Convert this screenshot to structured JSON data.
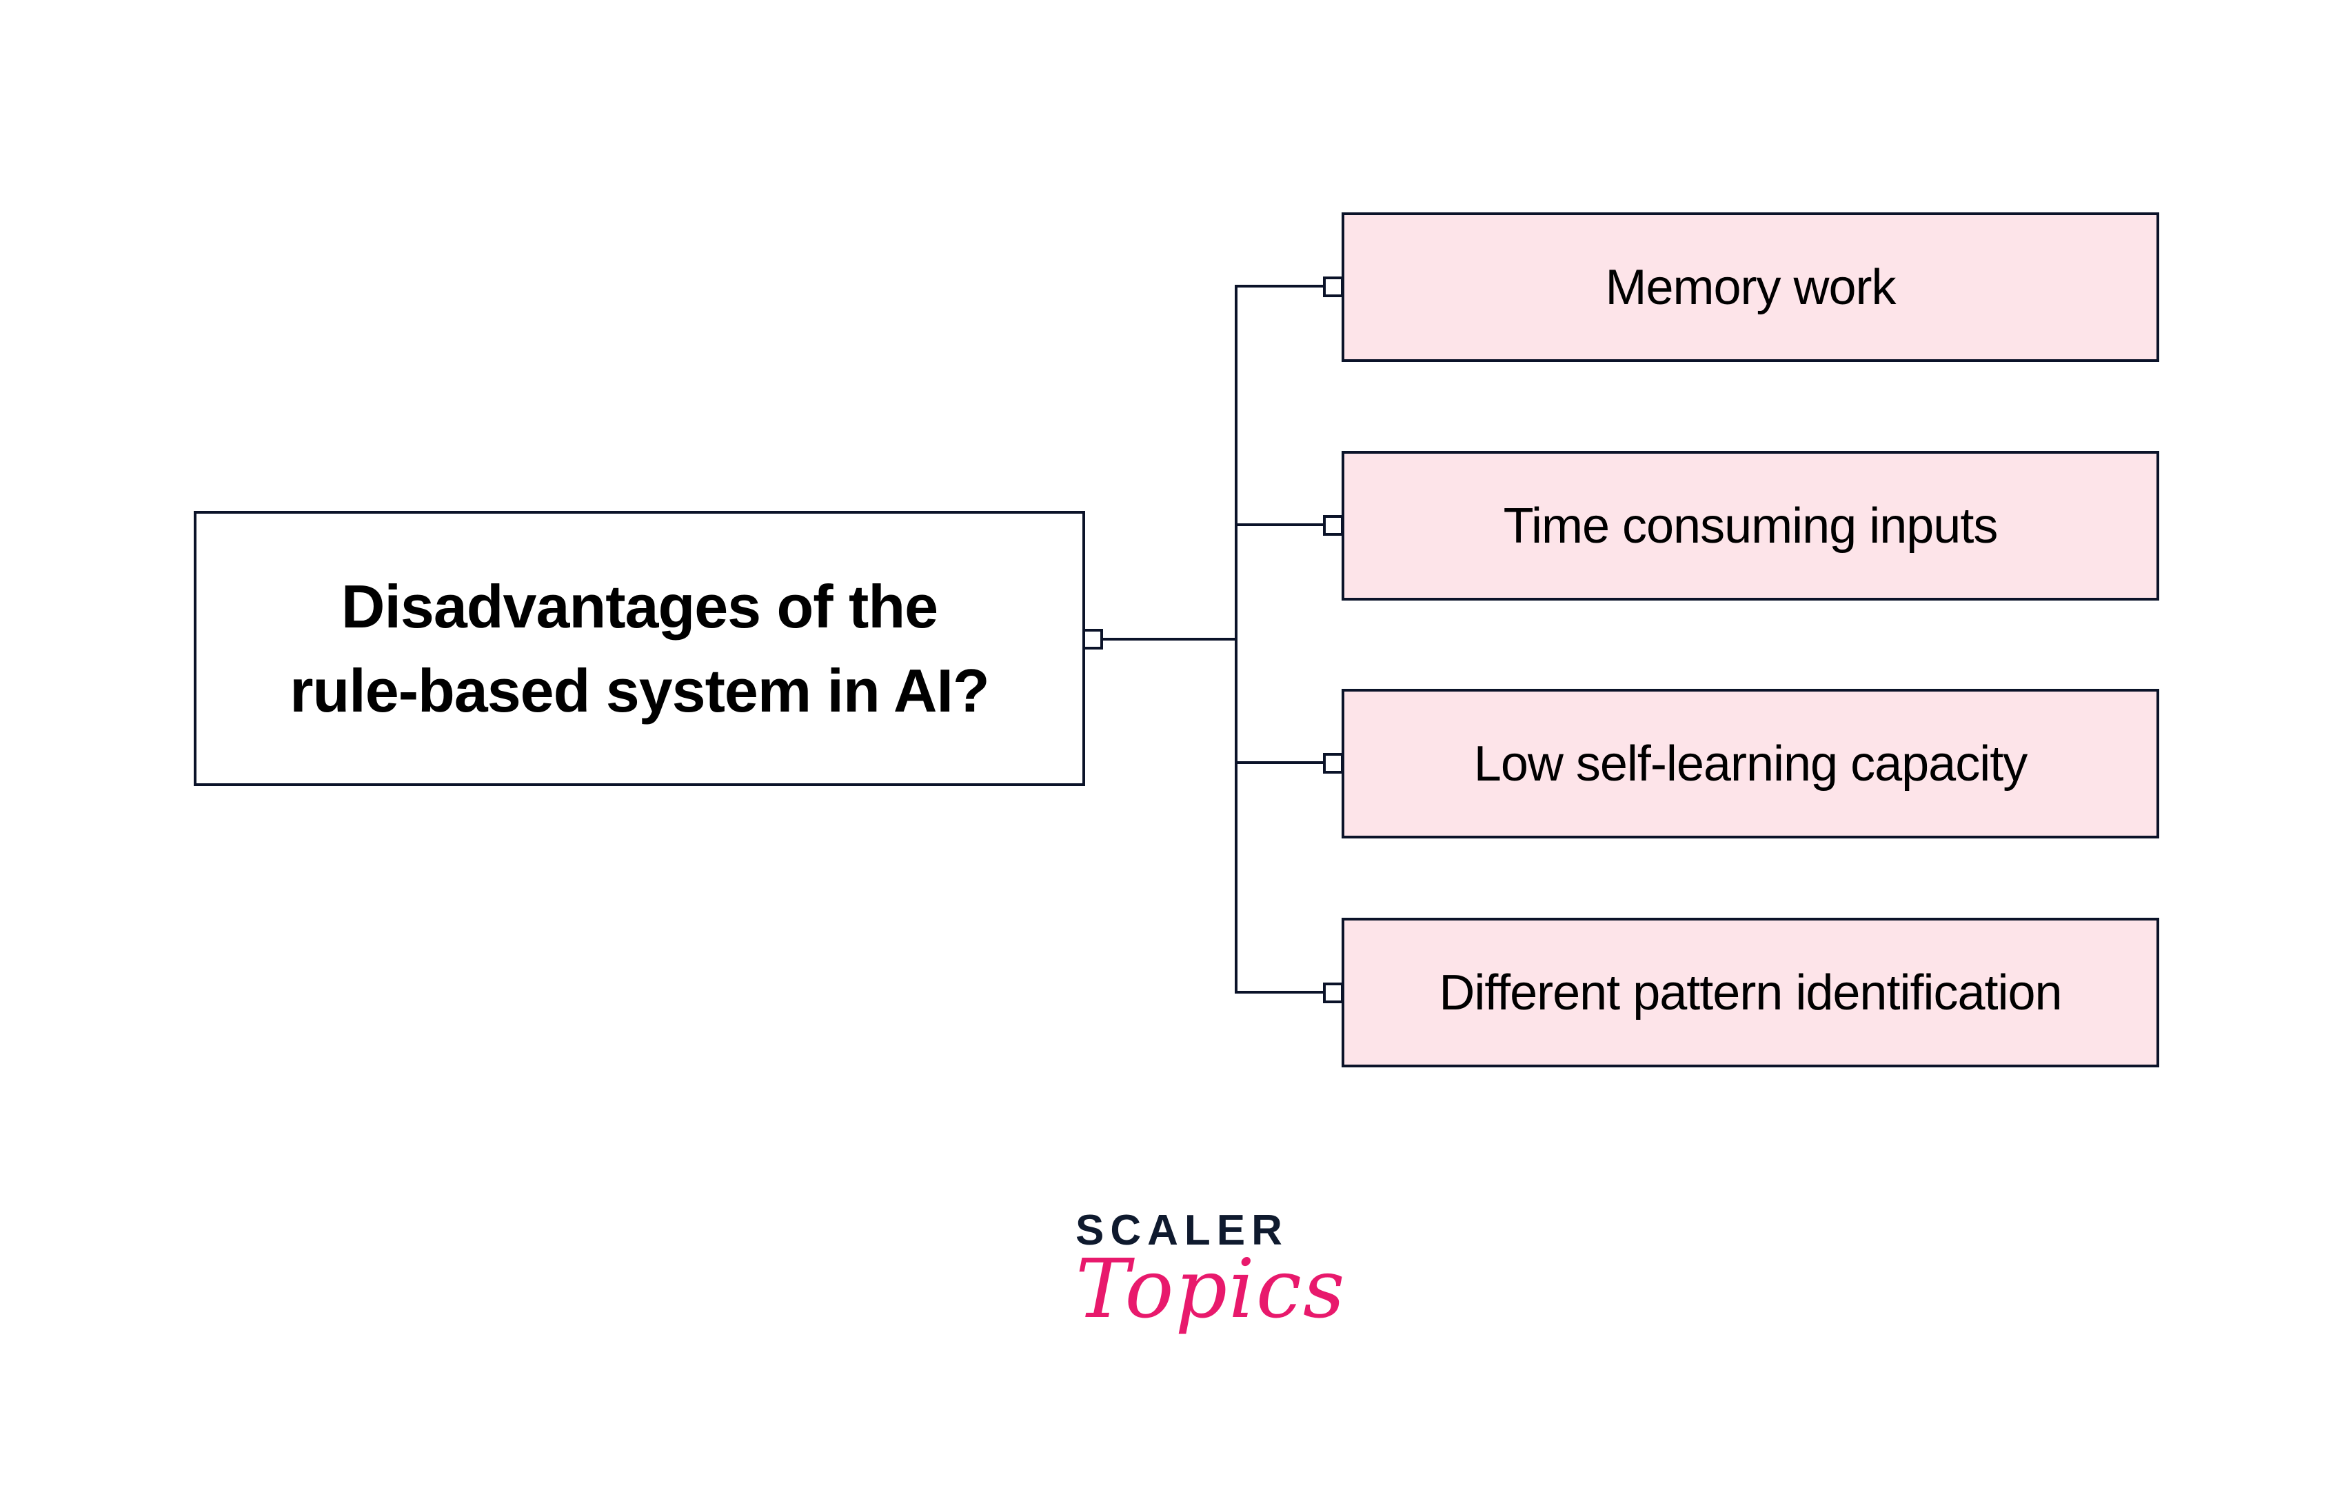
{
  "diagram": {
    "root": {
      "title_line1": "Disadvantages of the",
      "title_line2": "rule-based system in AI?"
    },
    "items": [
      {
        "label": "Memory work"
      },
      {
        "label": "Time consuming inputs"
      },
      {
        "label": "Low self-learning capacity"
      },
      {
        "label": "Different pattern identification"
      }
    ],
    "colors": {
      "stroke": "#0b1329",
      "item_fill": "#fde4e9",
      "brand_pink": "#e8196c"
    }
  },
  "logo": {
    "brand": "SCALER",
    "sub": "Topics"
  }
}
